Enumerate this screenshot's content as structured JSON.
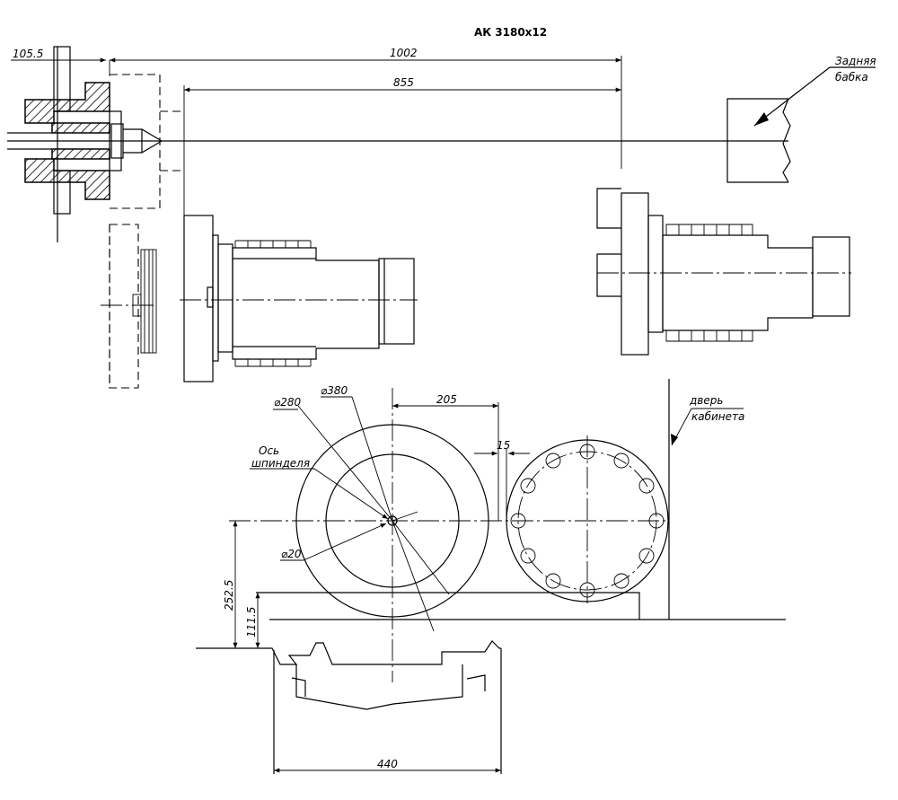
{
  "title": "АК 3180x12",
  "labels": {
    "tailstock_line1": "Задняя",
    "tailstock_line2": "бабка",
    "spindle_axis_line1": "Ось",
    "spindle_axis_line2": "шпинделя",
    "cabinet_door_line1": "дверь",
    "cabinet_door_line2": "кабинета"
  },
  "dimensions": {
    "d_105_5": "105.5",
    "d_1002": "1002",
    "d_855": "855",
    "d_280": "⌀280",
    "d_380": "⌀380",
    "d_205": "205",
    "d_15": "15",
    "d_20": "⌀20",
    "d_252_5": "252.5",
    "d_111_5": "111.5",
    "d_440": "440"
  }
}
